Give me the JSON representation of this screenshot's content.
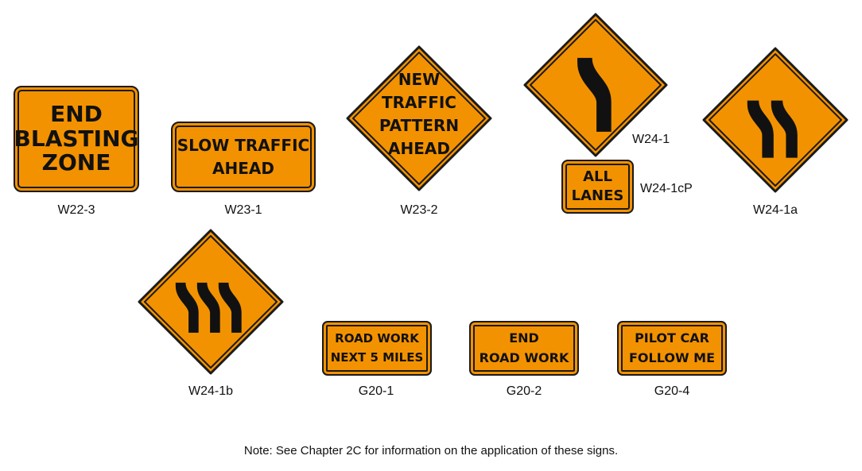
{
  "colors": {
    "sign_background": "#f39200",
    "sign_legend": "#111111"
  },
  "signs": {
    "w22_3": {
      "code": "W22-3",
      "lines": [
        "END",
        "BLASTING",
        "ZONE"
      ]
    },
    "w23_1": {
      "code": "W23-1",
      "lines": [
        "SLOW TRAFFIC",
        "AHEAD"
      ]
    },
    "w23_2": {
      "code": "W23-2",
      "lines": [
        "NEW",
        "TRAFFIC",
        "PATTERN",
        "AHEAD"
      ]
    },
    "w24_1": {
      "code": "W24-1",
      "icon": "reverse-curve-arrow-icon"
    },
    "w24_1cp": {
      "code": "W24-1cP",
      "lines": [
        "ALL",
        "LANES"
      ]
    },
    "w24_1a": {
      "code": "W24-1a",
      "icon": "double-reverse-curve-arrow-icon"
    },
    "w24_1b": {
      "code": "W24-1b",
      "icon": "triple-reverse-curve-arrow-icon"
    },
    "g20_1": {
      "code": "G20-1",
      "lines": [
        "ROAD WORK",
        "NEXT 5 MILES"
      ]
    },
    "g20_2": {
      "code": "G20-2",
      "lines": [
        "END",
        "ROAD WORK"
      ]
    },
    "g20_4": {
      "code": "G20-4",
      "lines": [
        "PILOT CAR",
        "FOLLOW ME"
      ]
    }
  },
  "note": "Note:  See Chapter 2C for information on the application of these signs."
}
